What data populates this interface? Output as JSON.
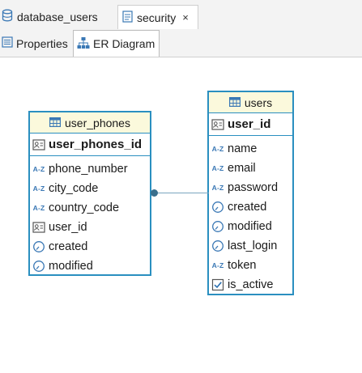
{
  "editor_tabs": [
    {
      "label": "database_users",
      "icon": "database-icon"
    },
    {
      "label": "security",
      "icon": "document-icon",
      "close": "×"
    }
  ],
  "sub_tabs": [
    {
      "label": "Properties",
      "icon": "properties-icon"
    },
    {
      "label": "ER Diagram",
      "icon": "er-diagram-icon"
    }
  ],
  "diagram": {
    "entities": [
      {
        "name": "user_phones",
        "pk": "user_phones_id",
        "columns": [
          {
            "name": "phone_number",
            "type_icon": "string-type-icon"
          },
          {
            "name": "city_code",
            "type_icon": "string-type-icon"
          },
          {
            "name": "country_code",
            "type_icon": "string-type-icon"
          },
          {
            "name": "user_id",
            "type_icon": "id-type-icon"
          },
          {
            "name": "created",
            "type_icon": "datetime-type-icon"
          },
          {
            "name": "modified",
            "type_icon": "datetime-type-icon"
          }
        ]
      },
      {
        "name": "users",
        "pk": "user_id",
        "columns": [
          {
            "name": "name",
            "type_icon": "string-type-icon"
          },
          {
            "name": "email",
            "type_icon": "string-type-icon"
          },
          {
            "name": "password",
            "type_icon": "string-type-icon"
          },
          {
            "name": "created",
            "type_icon": "datetime-type-icon"
          },
          {
            "name": "modified",
            "type_icon": "datetime-type-icon"
          },
          {
            "name": "last_login",
            "type_icon": "datetime-type-icon"
          },
          {
            "name": "token",
            "type_icon": "string-type-icon"
          },
          {
            "name": "is_active",
            "type_icon": "boolean-type-icon"
          }
        ]
      }
    ],
    "string_type_glyph": "A-Z",
    "colors": {
      "accent": "#2a8fc0",
      "header_bg": "#fbf9dc",
      "relation": "#3a6f8c"
    }
  }
}
